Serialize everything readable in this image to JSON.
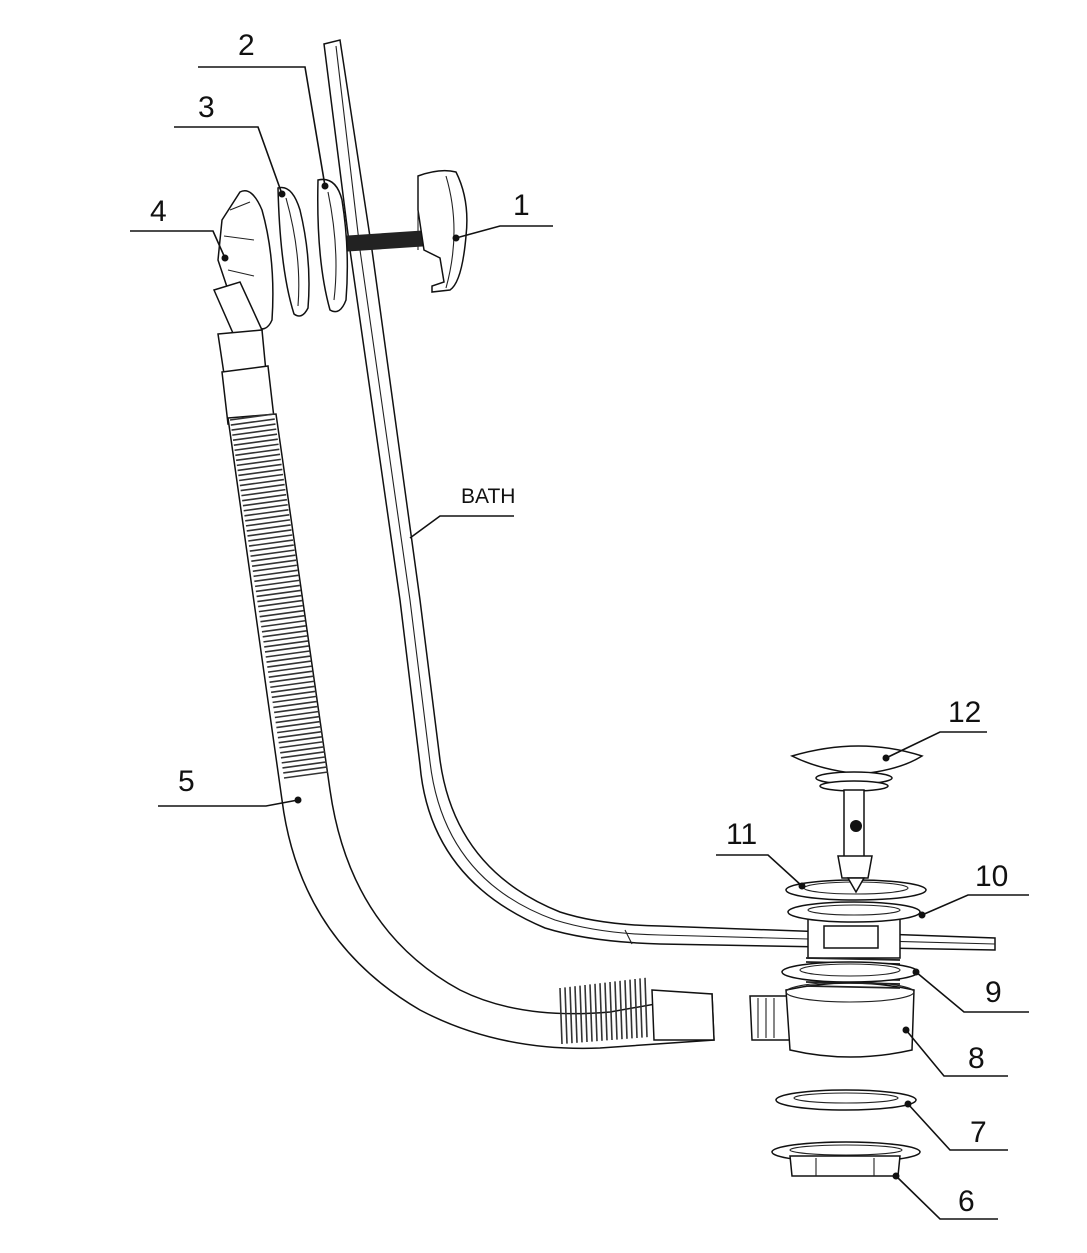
{
  "diagram": {
    "callouts": [
      {
        "id": "1",
        "text": "1"
      },
      {
        "id": "2",
        "text": "2"
      },
      {
        "id": "3",
        "text": "3"
      },
      {
        "id": "4",
        "text": "4"
      },
      {
        "id": "5",
        "text": "5"
      },
      {
        "id": "6",
        "text": "6"
      },
      {
        "id": "7",
        "text": "7"
      },
      {
        "id": "8",
        "text": "8"
      },
      {
        "id": "9",
        "text": "9"
      },
      {
        "id": "10",
        "text": "10"
      },
      {
        "id": "11",
        "text": "11"
      },
      {
        "id": "12",
        "text": "12"
      }
    ],
    "bath_label": "BATH"
  }
}
